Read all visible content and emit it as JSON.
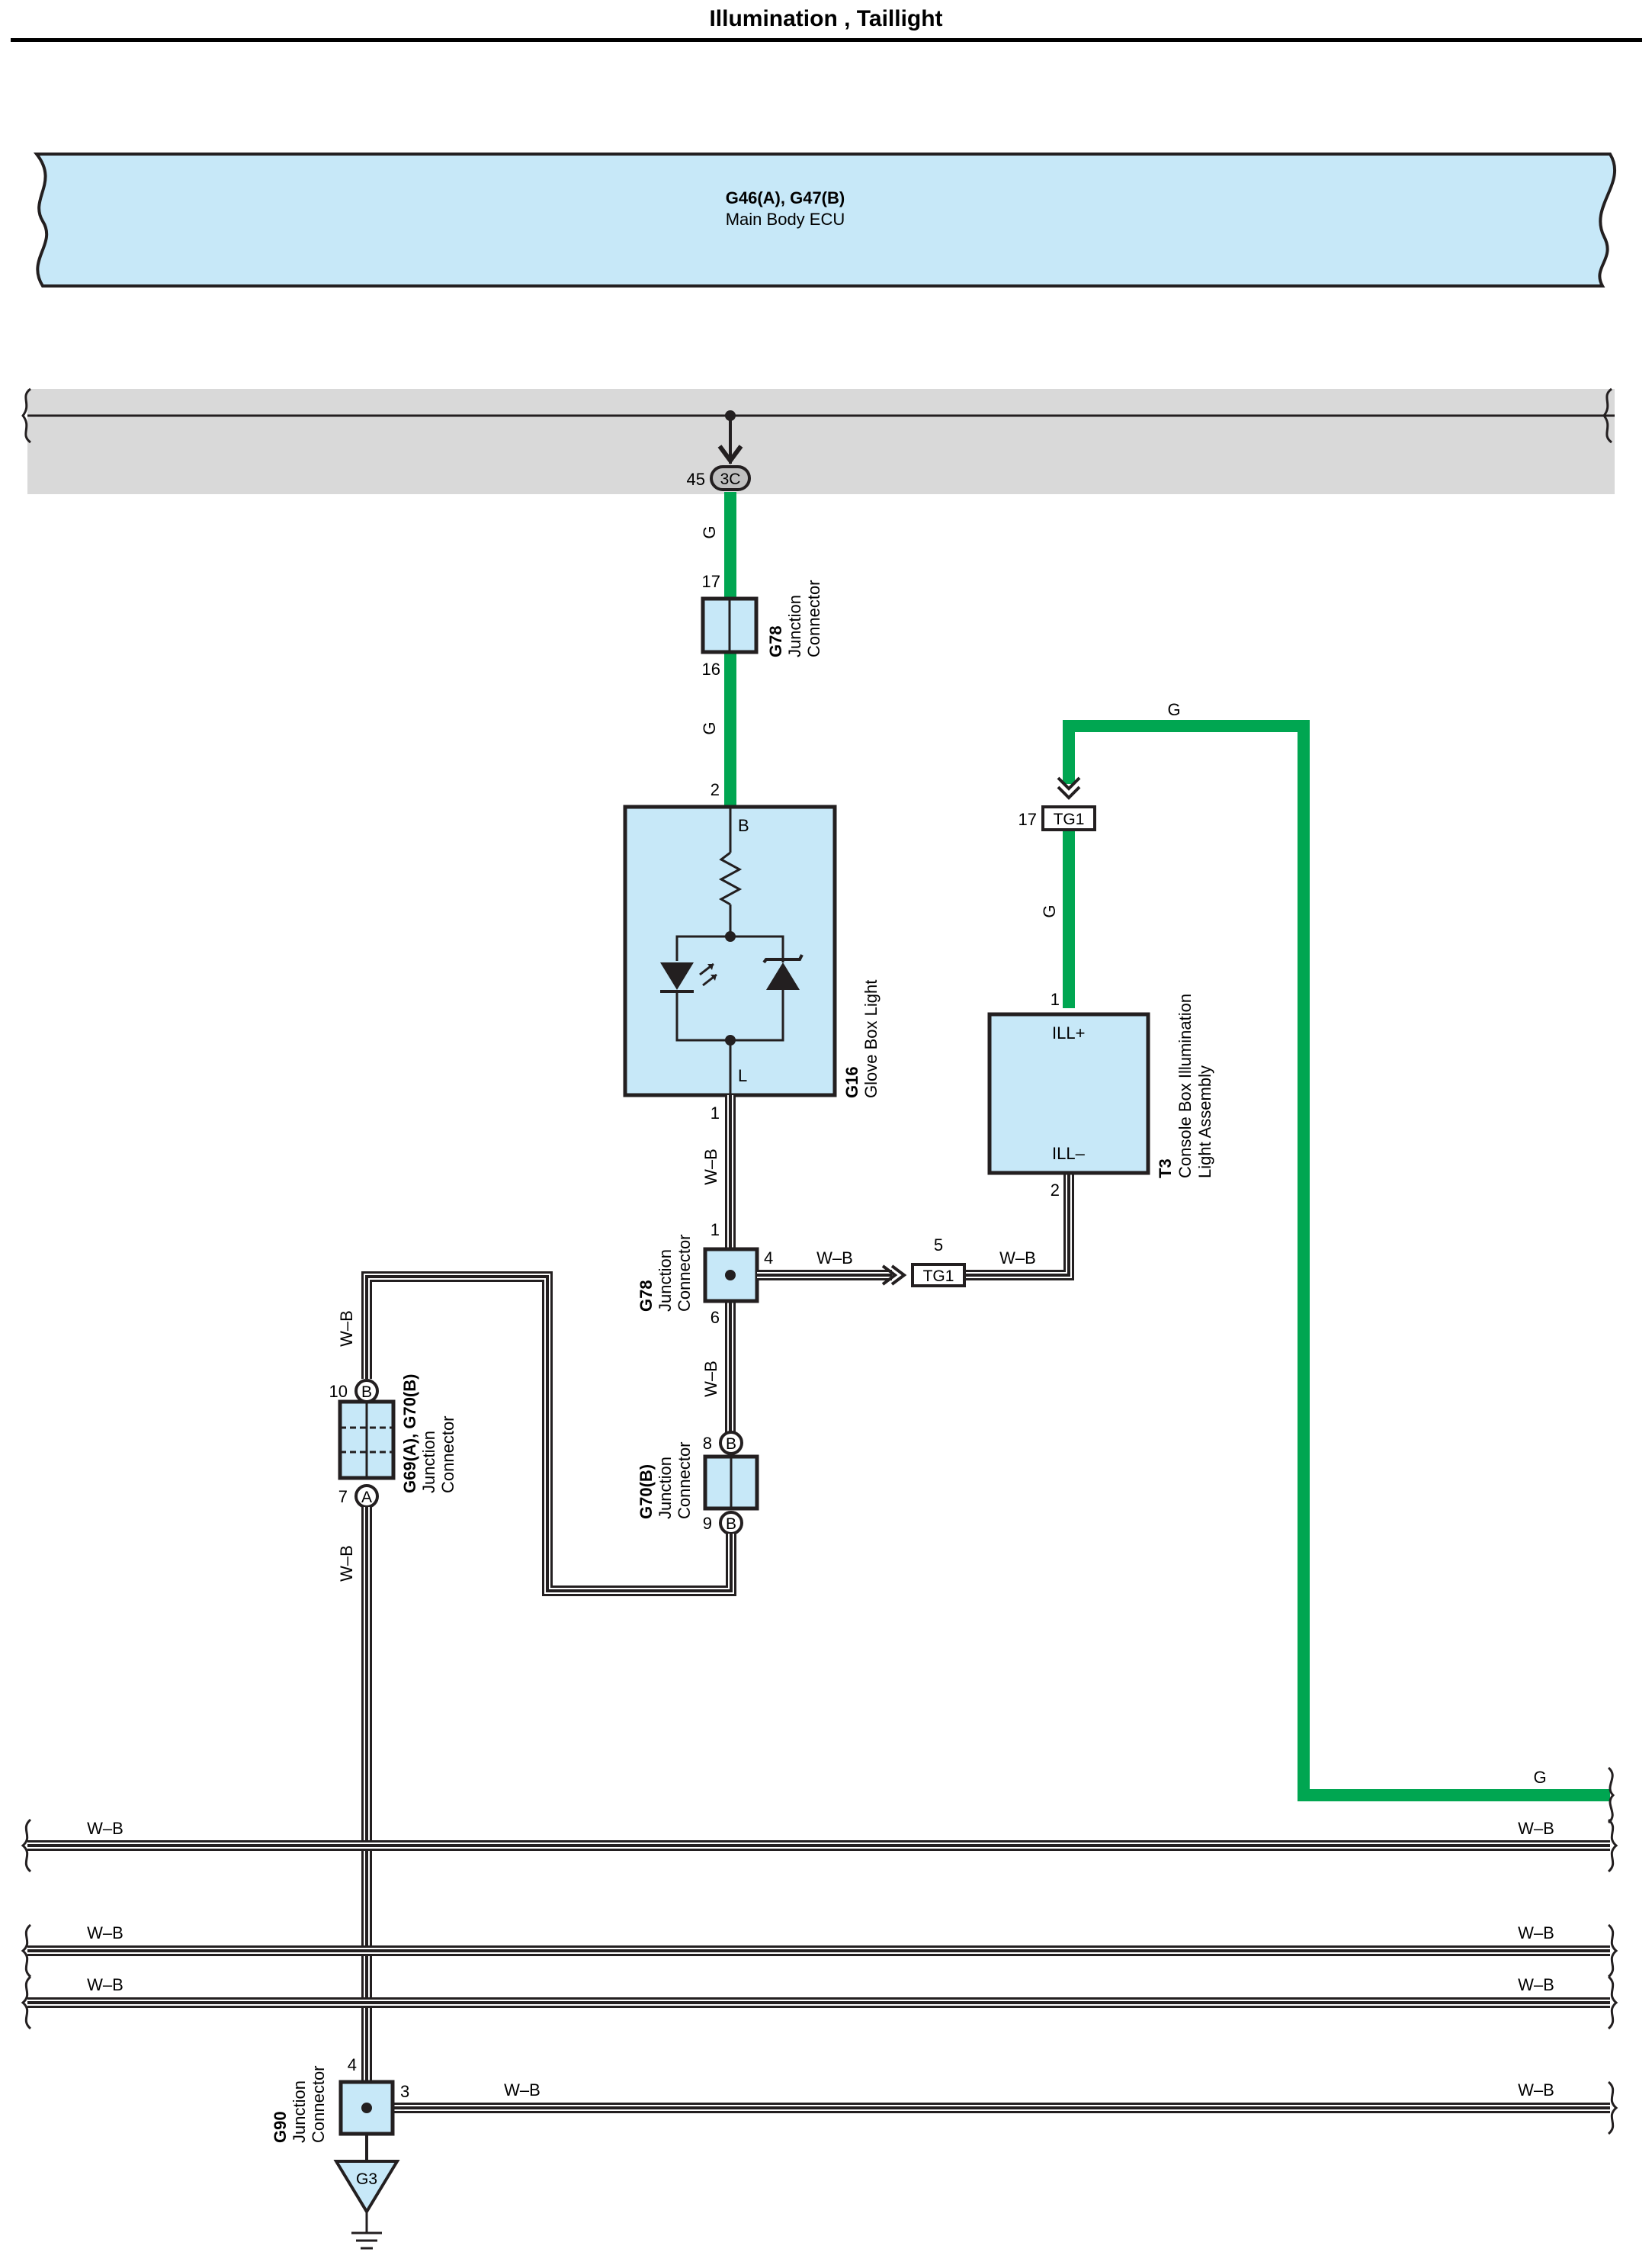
{
  "page_title": "Illumination , Taillight",
  "colors": {
    "green_wire": "#00a651",
    "component_fill": "#c7e8f8",
    "bus_gray": "#d9d9d9",
    "outline": "#231f20"
  },
  "ecu": {
    "code": "G46(A), G47(B)",
    "name": "Main Body ECU"
  },
  "ecu_pin": {
    "pin": "45",
    "connector": "3C"
  },
  "wires": {
    "green": "G",
    "white_black": "W–B"
  },
  "g78_top": {
    "code": "G78",
    "line1": "Junction",
    "line2": "Connector",
    "pin_in": "17",
    "pin_out": "16"
  },
  "g16": {
    "code": "G16",
    "name": "Glove Box Light",
    "pin_b_num": "2",
    "pin_b": "B",
    "pin_l_num": "1",
    "pin_l": "L"
  },
  "t3": {
    "code": "T3",
    "line1": "Console Box Illumination",
    "line2": "Light Assembly",
    "pin_plus_num": "1",
    "pin_plus": "ILL+",
    "pin_minus_num": "2",
    "pin_minus": "ILL–"
  },
  "tg1_top": {
    "pin": "17",
    "label": "TG1"
  },
  "tg1_mid": {
    "pin": "5",
    "label": "TG1"
  },
  "g78_mid": {
    "code": "G78",
    "line1": "Junction",
    "line2": "Connector",
    "pin_top": "1",
    "pin_right": "4",
    "pin_bottom": "6"
  },
  "g70b": {
    "code": "G70(B)",
    "line1": "Junction",
    "line2": "Connector",
    "pin_top": "8",
    "pin_bottom": "9",
    "letter": "B"
  },
  "g69": {
    "code": "G69(A), G70(B)",
    "line1": "Junction",
    "line2": "Connector",
    "pin_top": "10",
    "letter_top": "B",
    "pin_bottom": "7",
    "letter_bottom": "A"
  },
  "g90": {
    "code": "G90",
    "line1": "Junction",
    "line2": "Connector",
    "pin_top": "4",
    "pin_right": "3"
  },
  "ground": {
    "label": "G3"
  }
}
